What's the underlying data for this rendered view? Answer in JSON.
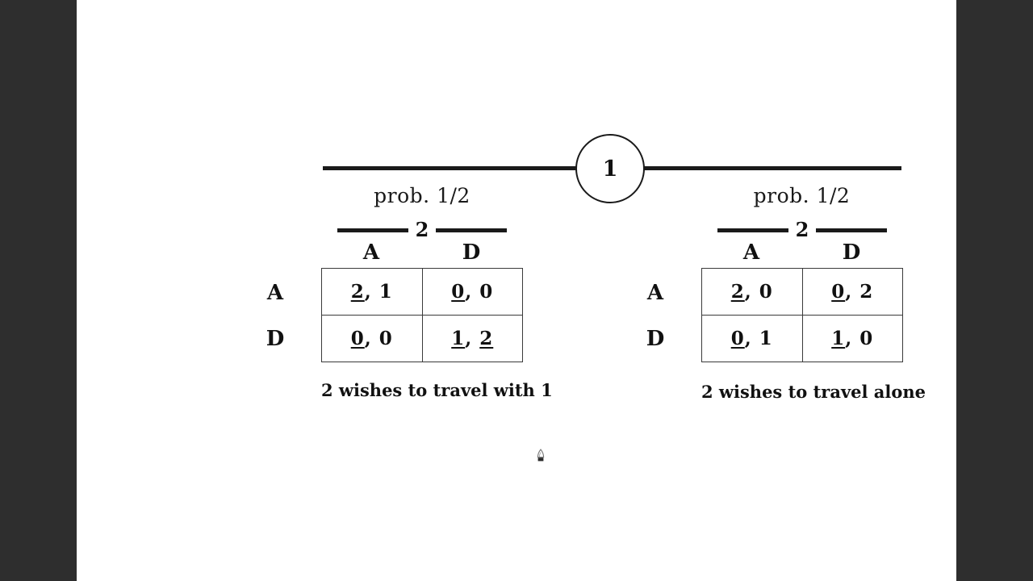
{
  "slide": {
    "background_color": "#ffffff",
    "surround_color": "#2e2e2e",
    "chance_node": {
      "label": "1",
      "shape": "circle"
    },
    "branches": [
      {
        "id": "left",
        "prob_label": "prob. 1/2",
        "player": "2",
        "col_headers": [
          "A",
          "D"
        ],
        "row_headers": [
          "A",
          "D"
        ],
        "caption": "2 wishes to travel with 1",
        "cells": [
          [
            {
              "p1": "2",
              "p2": "1",
              "sep": ", ",
              "p1_underlined": true,
              "p2_underlined": false
            },
            {
              "p1": "0",
              "p2": "0",
              "sep": ", ",
              "p1_underlined": true,
              "p2_underlined": false
            }
          ],
          [
            {
              "p1": "0",
              "p2": "0",
              "sep": ", ",
              "p1_underlined": true,
              "p2_underlined": false
            },
            {
              "p1": "1",
              "p2": "2",
              "sep": ", ",
              "p1_underlined": true,
              "p2_underlined": true
            }
          ]
        ]
      },
      {
        "id": "right",
        "prob_label": "prob. 1/2",
        "player": "2",
        "col_headers": [
          "A",
          "D"
        ],
        "row_headers": [
          "A",
          "D"
        ],
        "caption": "2 wishes to travel alone",
        "cells": [
          [
            {
              "p1": "2",
              "p2": "0",
              "sep": ", ",
              "p1_underlined": true,
              "p2_underlined": false
            },
            {
              "p1": "0",
              "p2": "2",
              "sep": ", ",
              "p1_underlined": true,
              "p2_underlined": false
            }
          ],
          [
            {
              "p1": "0",
              "p2": "1",
              "sep": ", ",
              "p1_underlined": true,
              "p2_underlined": false
            },
            {
              "p1": "1",
              "p2": "0",
              "sep": ", ",
              "p1_underlined": true,
              "p2_underlined": false
            }
          ]
        ]
      }
    ],
    "cursor": {
      "icon": "pen-cursor"
    }
  }
}
